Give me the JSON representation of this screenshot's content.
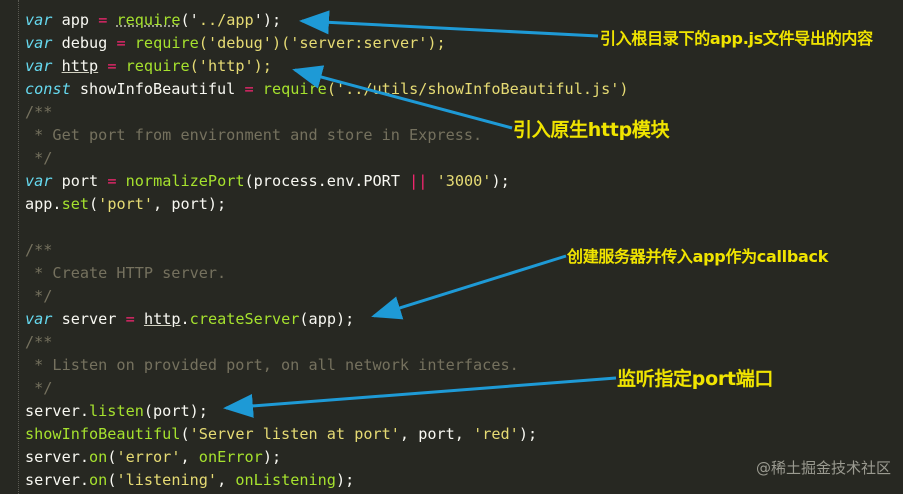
{
  "code": {
    "l1": [
      "var",
      "app",
      "=",
      "require",
      "('",
      "../app",
      "');"
    ],
    "l2": [
      "var",
      "debug",
      "=",
      "require",
      "('debug')",
      "('server:server');"
    ],
    "l3": [
      "var",
      "http",
      "=",
      "require",
      "('http');"
    ],
    "l4": [
      "const",
      "showInfoBeautiful",
      "=",
      "require",
      "('../utils/showInfoBeautiful.js')"
    ],
    "c1": [
      "/**",
      " * Get port from environment and store in Express.",
      " */"
    ],
    "l5": [
      "var",
      "port",
      "=",
      "normalizePort",
      "(process.env.PORT",
      "||",
      "'3000'",
      ");"
    ],
    "l6": [
      "app.",
      "set",
      "(",
      "'port'",
      ", port);"
    ],
    "c2": [
      "/**",
      " * Create HTTP server.",
      " */"
    ],
    "l7": [
      "var",
      "server",
      "=",
      "http",
      ".",
      "createServer",
      "(app);"
    ],
    "c3": [
      "/**",
      " * Listen on provided port, on all network interfaces.",
      " */"
    ],
    "l8": [
      "server.",
      "listen",
      "(port);"
    ],
    "l9": [
      "showInfoBeautiful",
      "(",
      "'Server listen at port'",
      ", port,",
      "'red'",
      ");"
    ],
    "l10": [
      "server.",
      "on",
      "(",
      "'error'",
      ",",
      "onError",
      ");"
    ],
    "l11": [
      "server.",
      "on",
      "(",
      "'listening'",
      ",",
      "onListening",
      ");"
    ]
  },
  "annotations": {
    "a1": "引入根目录下的app.js文件导出的内容",
    "a2": "引入原生http模块",
    "a3": "创建服务器并传入app作为callback",
    "a4": "监听指定port端口"
  },
  "watermark": "@稀土掘金技术社区",
  "colors": {
    "background": "#272822",
    "keyword": "#66d9ef",
    "function": "#a6e22e",
    "string": "#e6db74",
    "operator": "#f92672",
    "comment": "#75715e",
    "annotation": "#f0e400",
    "arrow": "#1e9ad6"
  }
}
